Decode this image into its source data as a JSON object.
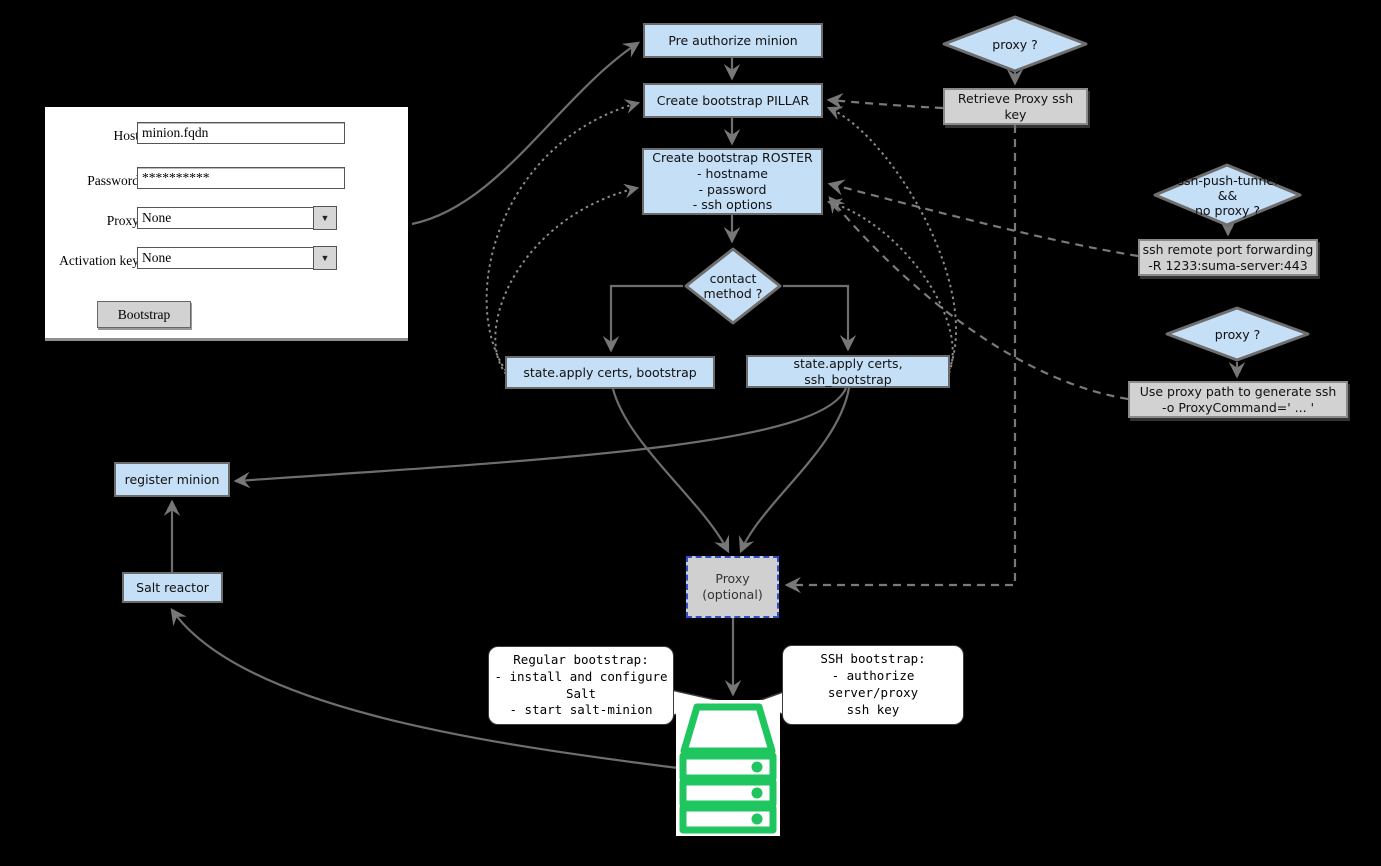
{
  "colors": {
    "background": "#000000",
    "node_blue": "#c5dff7",
    "node_gray": "#d2d2d2",
    "wire_gray": "#6e6e6e",
    "proxy_dashed_border": "#2f4ec9",
    "server_green": "#1fc55e"
  },
  "form": {
    "host_label": "Host",
    "host_value": "minion.fqdn",
    "password_label": "Password",
    "password_value": "**********",
    "proxy_label": "Proxy",
    "proxy_value": "None",
    "activation_label": "Activation key",
    "activation_value": "None",
    "bootstrap_button": "Bootstrap",
    "dropdown_arrow": "▼"
  },
  "nodes": {
    "pre_auth": {
      "label": "Pre authorize minion"
    },
    "proxy_top": {
      "label": "proxy ?"
    },
    "pillar": {
      "label": "Create bootstrap PILLAR"
    },
    "retrieve_key": {
      "label": "Retrieve Proxy ssh key"
    },
    "roster": {
      "lines": [
        "Create bootstrap ROSTER",
        "- hostname",
        "- password",
        "- ssh options"
      ]
    },
    "tunnel_diamond": {
      "lines": [
        "ssh-push-tunnel",
        "&&",
        "no proxy ?"
      ]
    },
    "ssh_forward": {
      "lines": [
        "ssh remote port forwarding",
        "-R 1233:suma-server:443"
      ]
    },
    "contact": {
      "lines": [
        "contact",
        "method ?"
      ]
    },
    "proxy_mid": {
      "label": "proxy ?"
    },
    "apply_bootstrap": {
      "label": "state.apply certs, bootstrap"
    },
    "apply_ssh": {
      "label": "state.apply certs, ssh_bootstrap"
    },
    "use_proxy_path": {
      "lines": [
        "Use proxy path to generate ssh",
        "-o ProxyCommand=' ... '"
      ]
    },
    "register": {
      "label": "register minion"
    },
    "reactor": {
      "label": "Salt reactor"
    },
    "proxy_opt": {
      "lines": [
        "Proxy",
        "(optional)"
      ]
    }
  },
  "callouts": {
    "regular": {
      "lines": [
        "Regular bootstrap:",
        "- install and configure",
        "Salt",
        "- start salt-minion"
      ]
    },
    "ssh": {
      "lines": [
        "SSH bootstrap:",
        "- authorize server/proxy",
        "ssh key"
      ]
    }
  }
}
